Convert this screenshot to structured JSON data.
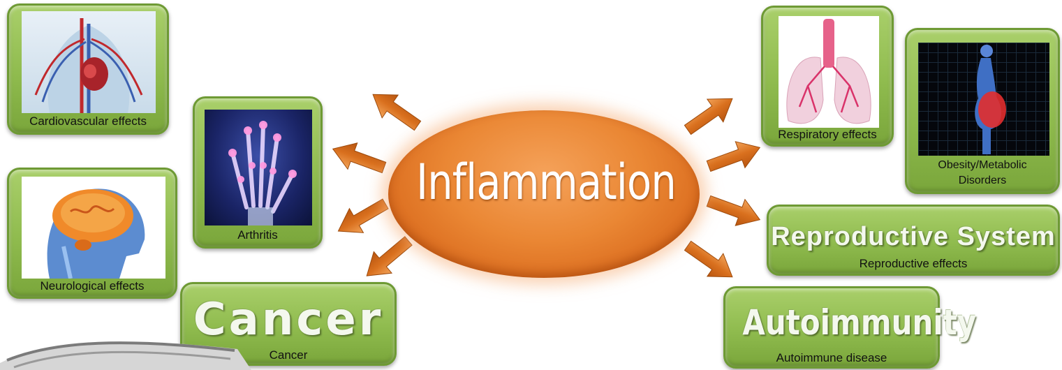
{
  "center": {
    "label": "Inflammation"
  },
  "cards": {
    "cardiovascular": {
      "caption": "Cardiovascular effects",
      "icon": "heart-vessels-icon"
    },
    "arthritis": {
      "caption": "Arthritis",
      "icon": "xray-hand-icon"
    },
    "neurological": {
      "caption": "Neurological effects",
      "icon": "brain-head-icon"
    },
    "cancer": {
      "title": "Cancer",
      "caption": "Cancer"
    },
    "respiratory": {
      "caption": "Respiratory effects",
      "icon": "lungs-icon"
    },
    "obesity": {
      "caption_line1": "Obesity/Metabolic",
      "caption_line2": "Disorders",
      "icon": "obese-body-icon"
    },
    "reproductive": {
      "title": "Reproductive System",
      "caption": "Reproductive effects"
    },
    "autoimmunity": {
      "title": "Autoimmunity",
      "caption": "Autoimmune  disease"
    }
  },
  "colors": {
    "card_green": "#8fbb4e",
    "ellipse_orange": "#ea8734",
    "arrow_orange": "#d8701c"
  }
}
